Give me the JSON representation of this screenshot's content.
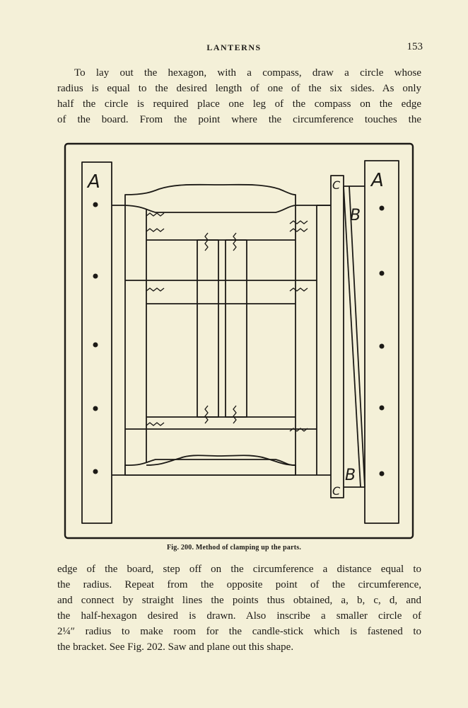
{
  "header": {
    "title": "LANTERNS",
    "page_number": "153"
  },
  "paragraph_top": {
    "lines": [
      "To lay out the hexagon, with a compass, draw a circle whose",
      "radius is equal to the desired length of one of the six sides. As only",
      "half the circle is required place one leg of the compass on the edge",
      "of the board. From the point where the circumference touches the"
    ]
  },
  "figure": {
    "labels": {
      "a_left": "A",
      "a_right": "A",
      "b_top": "B",
      "b_bottom": "B",
      "c_top": "C",
      "c_bottom": "C"
    },
    "caption": "Fig. 200. Method of clamping up the parts."
  },
  "paragraph_bottom": {
    "lines": [
      "edge of the board, step off on the circumference a distance equal to",
      "the radius. Repeat from the opposite point of the circumference,",
      "and connect by straight lines the points thus obtained, a, b, c, d, and",
      "the half-hexagon desired is drawn. Also inscribe a smaller circle of",
      "2¼″ radius to make room for the candle-stick which is fastened to",
      "the bracket. See Fig. 202. Saw and plane out this shape."
    ]
  }
}
